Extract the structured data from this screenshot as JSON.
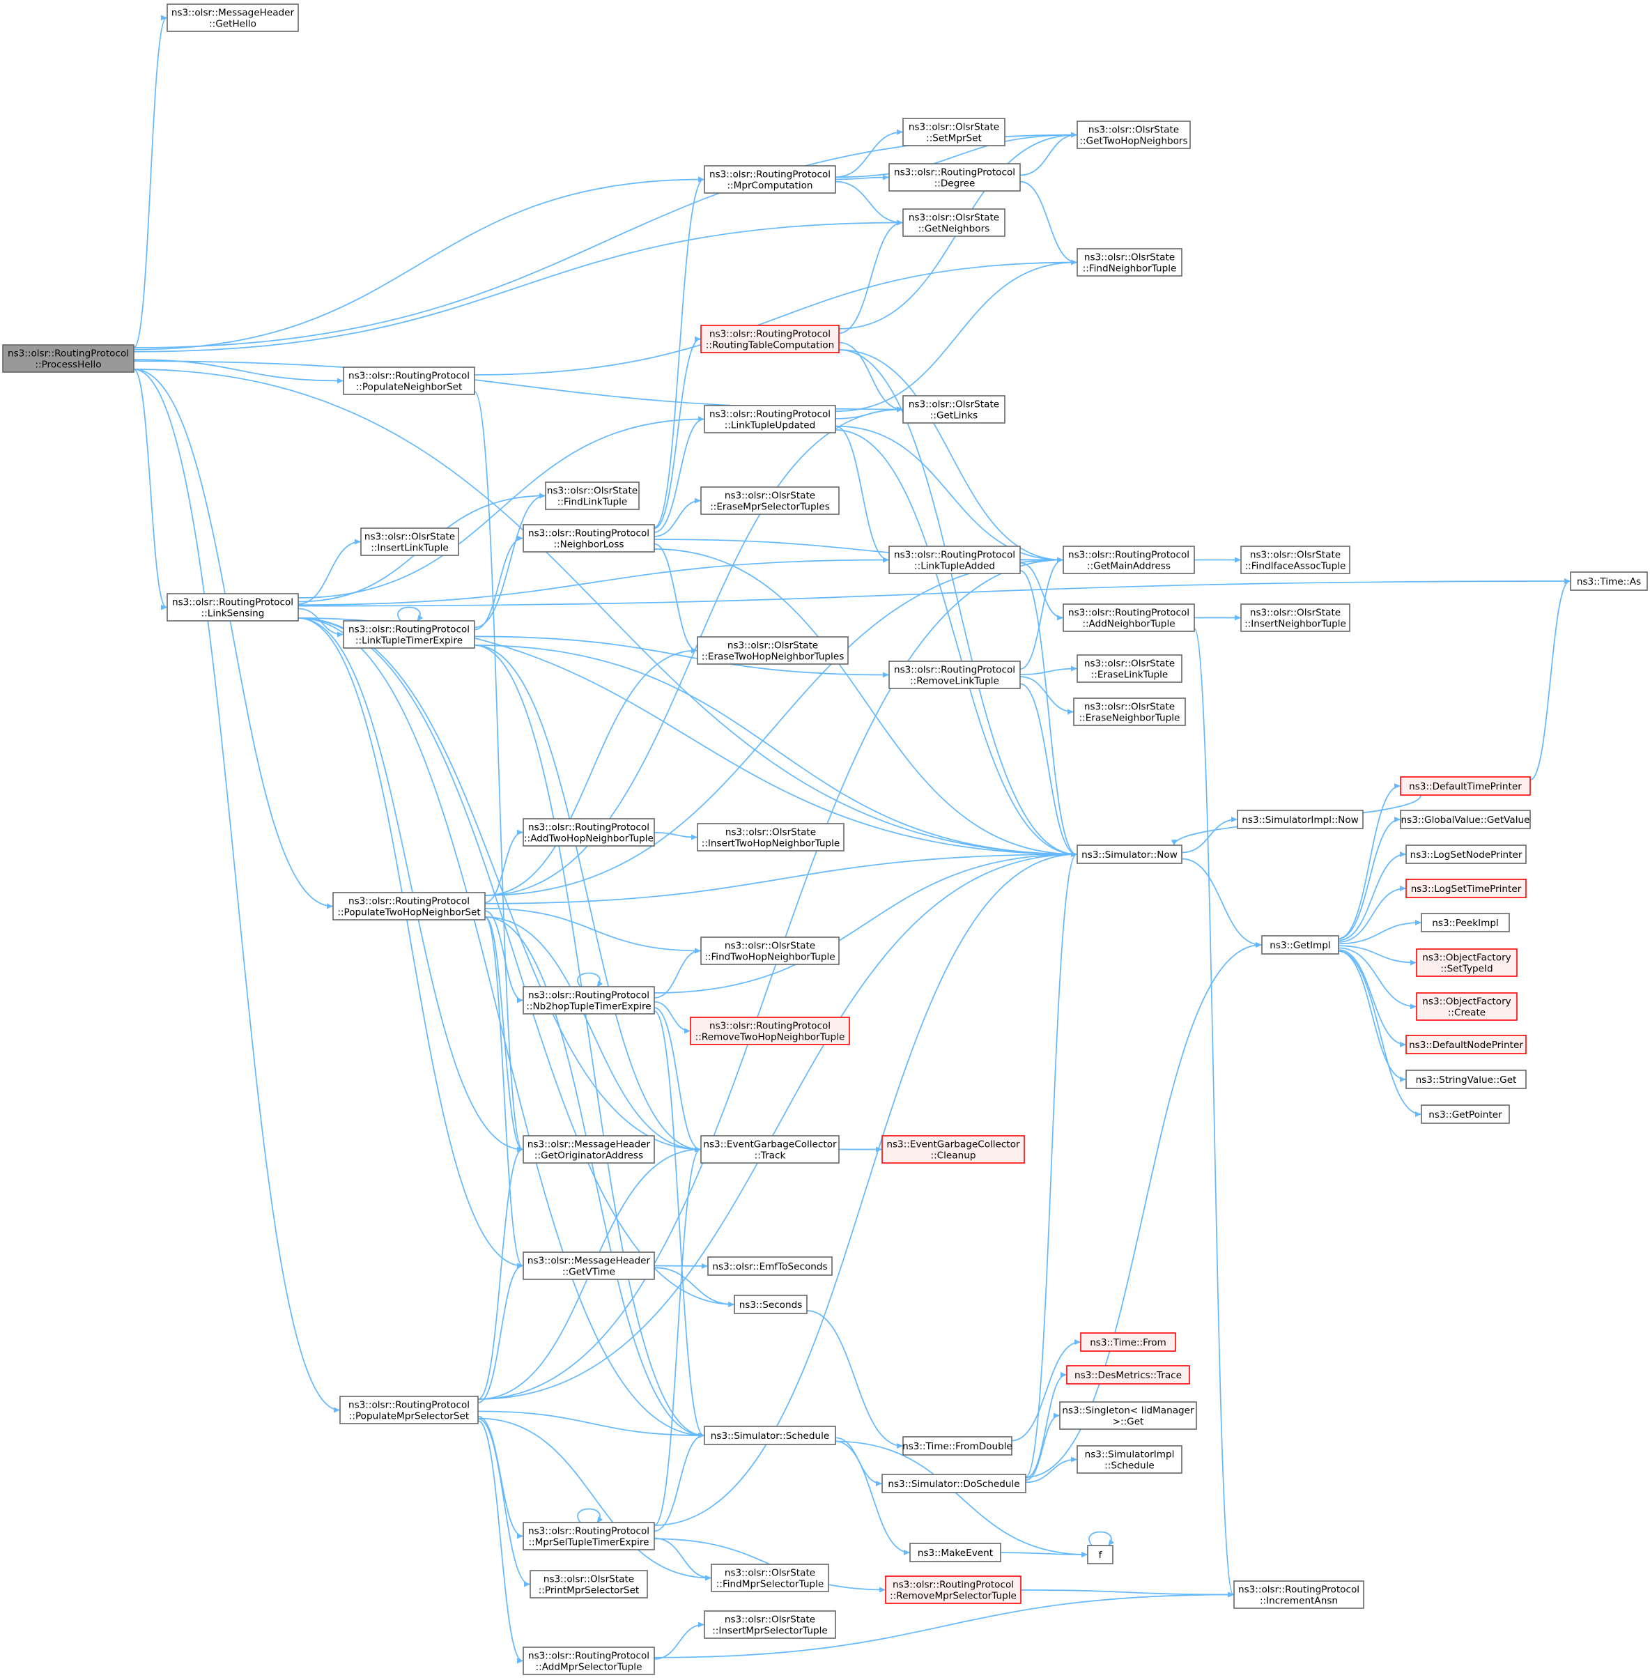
{
  "nodes": [
    {
      "id": "process_hello",
      "lines": [
        "ns3::olsr::RoutingProtocol",
        "::ProcessHello"
      ],
      "style": "current"
    },
    {
      "id": "msg_gethello",
      "lines": [
        "ns3::olsr::MessageHeader",
        "::GetHello"
      ],
      "style": "normal"
    },
    {
      "id": "mpr_computation",
      "lines": [
        "ns3::olsr::RoutingProtocol",
        "::MprComputation"
      ],
      "style": "normal"
    },
    {
      "id": "set_mpr_set",
      "lines": [
        "ns3::olsr::OlsrState",
        "::SetMprSet"
      ],
      "style": "normal"
    },
    {
      "id": "get_two_hop",
      "lines": [
        "ns3::olsr::OlsrState",
        "::GetTwoHopNeighbors"
      ],
      "style": "normal"
    },
    {
      "id": "degree",
      "lines": [
        "ns3::olsr::RoutingProtocol",
        "::Degree"
      ],
      "style": "normal"
    },
    {
      "id": "get_neighbors",
      "lines": [
        "ns3::olsr::OlsrState",
        "::GetNeighbors"
      ],
      "style": "normal"
    },
    {
      "id": "find_neighbor_tuple",
      "lines": [
        "ns3::olsr::OlsrState",
        "::FindNeighborTuple"
      ],
      "style": "normal"
    },
    {
      "id": "routing_table_comp",
      "lines": [
        "ns3::olsr::RoutingProtocol",
        "::RoutingTableComputation"
      ],
      "style": "truncated"
    },
    {
      "id": "populate_neighbor_set",
      "lines": [
        "ns3::olsr::RoutingProtocol",
        "::PopulateNeighborSet"
      ],
      "style": "normal"
    },
    {
      "id": "get_links",
      "lines": [
        "ns3::olsr::OlsrState",
        "::GetLinks"
      ],
      "style": "normal"
    },
    {
      "id": "link_tuple_updated",
      "lines": [
        "ns3::olsr::RoutingProtocol",
        "::LinkTupleUpdated"
      ],
      "style": "normal"
    },
    {
      "id": "find_link_tuple",
      "lines": [
        "ns3::olsr::OlsrState",
        "::FindLinkTuple"
      ],
      "style": "normal"
    },
    {
      "id": "erase_mpr_selector_tuples",
      "lines": [
        "ns3::olsr::OlsrState",
        "::EraseMprSelectorTuples"
      ],
      "style": "normal"
    },
    {
      "id": "neighbor_loss",
      "lines": [
        "ns3::olsr::RoutingProtocol",
        "::NeighborLoss"
      ],
      "style": "normal"
    },
    {
      "id": "insert_link_tuple",
      "lines": [
        "ns3::olsr::OlsrState",
        "::InsertLinkTuple"
      ],
      "style": "normal"
    },
    {
      "id": "link_tuple_added",
      "lines": [
        "ns3::olsr::RoutingProtocol",
        "::LinkTupleAdded"
      ],
      "style": "normal"
    },
    {
      "id": "get_main_address",
      "lines": [
        "ns3::olsr::RoutingProtocol",
        "::GetMainAddress"
      ],
      "style": "normal"
    },
    {
      "id": "find_iface_assoc",
      "lines": [
        "ns3::olsr::OlsrState",
        "::FindIfaceAssocTuple"
      ],
      "style": "normal"
    },
    {
      "id": "time_as",
      "lines": [
        "ns3::Time::As"
      ],
      "style": "normal"
    },
    {
      "id": "link_sensing",
      "lines": [
        "ns3::olsr::RoutingProtocol",
        "::LinkSensing"
      ],
      "style": "normal"
    },
    {
      "id": "link_tuple_timer_expire",
      "lines": [
        "ns3::olsr::RoutingProtocol",
        "::LinkTupleTimerExpire"
      ],
      "style": "normal"
    },
    {
      "id": "add_neighbor_tuple",
      "lines": [
        "ns3::olsr::RoutingProtocol",
        "::AddNeighborTuple"
      ],
      "style": "normal"
    },
    {
      "id": "insert_neighbor_tuple",
      "lines": [
        "ns3::olsr::OlsrState",
        "::InsertNeighborTuple"
      ],
      "style": "normal"
    },
    {
      "id": "erase_two_hop_tuples",
      "lines": [
        "ns3::olsr::OlsrState",
        "::EraseTwoHopNeighborTuples"
      ],
      "style": "normal"
    },
    {
      "id": "remove_link_tuple",
      "lines": [
        "ns3::olsr::RoutingProtocol",
        "::RemoveLinkTuple"
      ],
      "style": "normal"
    },
    {
      "id": "erase_link_tuple",
      "lines": [
        "ns3::olsr::OlsrState",
        "::EraseLinkTuple"
      ],
      "style": "normal"
    },
    {
      "id": "erase_neighbor_tuple",
      "lines": [
        "ns3::olsr::OlsrState",
        "::EraseNeighborTuple"
      ],
      "style": "normal"
    },
    {
      "id": "default_time_printer",
      "lines": [
        "ns3::DefaultTimePrinter"
      ],
      "style": "truncated"
    },
    {
      "id": "add_two_hop_tuple",
      "lines": [
        "ns3::olsr::RoutingProtocol",
        "::AddTwoHopNeighborTuple"
      ],
      "style": "normal"
    },
    {
      "id": "insert_two_hop_tuple",
      "lines": [
        "ns3::olsr::OlsrState",
        "::InsertTwoHopNeighborTuple"
      ],
      "style": "normal"
    },
    {
      "id": "simulator_impl_now",
      "lines": [
        "ns3::SimulatorImpl::Now"
      ],
      "style": "normal"
    },
    {
      "id": "global_value_get",
      "lines": [
        "ns3::GlobalValue::GetValue"
      ],
      "style": "normal"
    },
    {
      "id": "simulator_now",
      "lines": [
        "ns3::Simulator::Now"
      ],
      "style": "normal"
    },
    {
      "id": "log_set_node_printer",
      "lines": [
        "ns3::LogSetNodePrinter"
      ],
      "style": "normal"
    },
    {
      "id": "log_set_time_printer",
      "lines": [
        "ns3::LogSetTimePrinter"
      ],
      "style": "truncated"
    },
    {
      "id": "populate_two_hop_set",
      "lines": [
        "ns3::olsr::RoutingProtocol",
        "::PopulateTwoHopNeighborSet"
      ],
      "style": "normal"
    },
    {
      "id": "peek_impl",
      "lines": [
        "ns3::PeekImpl"
      ],
      "style": "normal"
    },
    {
      "id": "get_impl",
      "lines": [
        "ns3::GetImpl"
      ],
      "style": "normal"
    },
    {
      "id": "find_two_hop_tuple",
      "lines": [
        "ns3::olsr::OlsrState",
        "::FindTwoHopNeighborTuple"
      ],
      "style": "normal"
    },
    {
      "id": "object_factory_settypeid",
      "lines": [
        "ns3::ObjectFactory",
        "::SetTypeId"
      ],
      "style": "truncated"
    },
    {
      "id": "nb2hop_timer_expire",
      "lines": [
        "ns3::olsr::RoutingProtocol",
        "::Nb2hopTupleTimerExpire"
      ],
      "style": "normal"
    },
    {
      "id": "remove_two_hop_tuple",
      "lines": [
        "ns3::olsr::RoutingProtocol",
        "::RemoveTwoHopNeighborTuple"
      ],
      "style": "truncated"
    },
    {
      "id": "object_factory_create",
      "lines": [
        "ns3::ObjectFactory",
        "::Create"
      ],
      "style": "truncated"
    },
    {
      "id": "default_node_printer",
      "lines": [
        "ns3::DefaultNodePrinter"
      ],
      "style": "truncated"
    },
    {
      "id": "string_value_get",
      "lines": [
        "ns3::StringValue::Get"
      ],
      "style": "normal"
    },
    {
      "id": "get_originator_address",
      "lines": [
        "ns3::olsr::MessageHeader",
        "::GetOriginatorAddress"
      ],
      "style": "normal"
    },
    {
      "id": "egc_track",
      "lines": [
        "ns3::EventGarbageCollector",
        "::Track"
      ],
      "style": "normal"
    },
    {
      "id": "egc_cleanup",
      "lines": [
        "ns3::EventGarbageCollector",
        "::Cleanup"
      ],
      "style": "truncated"
    },
    {
      "id": "get_pointer",
      "lines": [
        "ns3::GetPointer"
      ],
      "style": "normal"
    },
    {
      "id": "get_vtime",
      "lines": [
        "ns3::olsr::MessageHeader",
        "::GetVTime"
      ],
      "style": "normal"
    },
    {
      "id": "emf_to_seconds",
      "lines": [
        "ns3::olsr::EmfToSeconds"
      ],
      "style": "normal"
    },
    {
      "id": "seconds",
      "lines": [
        "ns3::Seconds"
      ],
      "style": "normal"
    },
    {
      "id": "time_from",
      "lines": [
        "ns3::Time::From"
      ],
      "style": "truncated"
    },
    {
      "id": "des_metrics_trace",
      "lines": [
        "ns3::DesMetrics::Trace"
      ],
      "style": "truncated"
    },
    {
      "id": "populate_mpr_selector_set",
      "lines": [
        "ns3::olsr::RoutingProtocol",
        "::PopulateMprSelectorSet"
      ],
      "style": "normal"
    },
    {
      "id": "singleton_get",
      "lines": [
        "ns3::Singleton< IidManager",
        ">::Get"
      ],
      "style": "normal"
    },
    {
      "id": "simulator_schedule",
      "lines": [
        "ns3::Simulator::Schedule"
      ],
      "style": "normal"
    },
    {
      "id": "time_from_double",
      "lines": [
        "ns3::Time::FromDouble"
      ],
      "style": "normal"
    },
    {
      "id": "simulator_impl_schedule",
      "lines": [
        "ns3::SimulatorImpl",
        "::Schedule"
      ],
      "style": "normal"
    },
    {
      "id": "simulator_do_schedule",
      "lines": [
        "ns3::Simulator::DoSchedule"
      ],
      "style": "normal"
    },
    {
      "id": "mpr_sel_timer_expire",
      "lines": [
        "ns3::olsr::RoutingProtocol",
        "::MprSelTupleTimerExpire"
      ],
      "style": "normal"
    },
    {
      "id": "make_event",
      "lines": [
        "ns3::MakeEvent"
      ],
      "style": "normal"
    },
    {
      "id": "f",
      "lines": [
        "f"
      ],
      "style": "normal"
    },
    {
      "id": "print_mpr_selector_set",
      "lines": [
        "ns3::olsr::OlsrState",
        "::PrintMprSelectorSet"
      ],
      "style": "normal"
    },
    {
      "id": "find_mpr_selector_tuple",
      "lines": [
        "ns3::olsr::OlsrState",
        "::FindMprSelectorTuple"
      ],
      "style": "normal"
    },
    {
      "id": "remove_mpr_selector_tuple",
      "lines": [
        "ns3::olsr::RoutingProtocol",
        "::RemoveMprSelectorTuple"
      ],
      "style": "truncated"
    },
    {
      "id": "increment_ansn",
      "lines": [
        "ns3::olsr::RoutingProtocol",
        "::IncrementAnsn"
      ],
      "style": "normal"
    },
    {
      "id": "insert_mpr_selector_tuple",
      "lines": [
        "ns3::olsr::OlsrState",
        "::InsertMprSelectorTuple"
      ],
      "style": "normal"
    },
    {
      "id": "add_mpr_selector_tuple",
      "lines": [
        "ns3::olsr::RoutingProtocol",
        "::AddMprSelectorTuple"
      ],
      "style": "normal"
    }
  ],
  "edges": [
    [
      "process_hello",
      "msg_gethello"
    ],
    [
      "process_hello",
      "get_two_hop"
    ],
    [
      "process_hello",
      "mpr_computation"
    ],
    [
      "process_hello",
      "get_neighbors"
    ],
    [
      "process_hello",
      "populate_neighbor_set"
    ],
    [
      "process_hello",
      "get_links"
    ],
    [
      "process_hello",
      "link_sensing"
    ],
    [
      "process_hello",
      "populate_two_hop_set"
    ],
    [
      "process_hello",
      "populate_mpr_selector_set"
    ],
    [
      "process_hello",
      "simulator_now"
    ],
    [
      "mpr_computation",
      "get_two_hop"
    ],
    [
      "mpr_computation",
      "set_mpr_set"
    ],
    [
      "mpr_computation",
      "degree"
    ],
    [
      "mpr_computation",
      "get_neighbors"
    ],
    [
      "degree",
      "get_two_hop"
    ],
    [
      "degree",
      "find_neighbor_tuple"
    ],
    [
      "routing_table_comp",
      "get_two_hop"
    ],
    [
      "routing_table_comp",
      "get_neighbors"
    ],
    [
      "routing_table_comp",
      "get_links"
    ],
    [
      "routing_table_comp",
      "get_main_address"
    ],
    [
      "routing_table_comp",
      "simulator_now"
    ],
    [
      "populate_neighbor_set",
      "find_neighbor_tuple"
    ],
    [
      "populate_neighbor_set",
      "get_originator_address"
    ],
    [
      "link_tuple_updated",
      "get_links"
    ],
    [
      "link_tuple_updated",
      "find_neighbor_tuple"
    ],
    [
      "link_tuple_updated",
      "get_main_address"
    ],
    [
      "link_tuple_updated",
      "link_tuple_added"
    ],
    [
      "link_tuple_updated",
      "simulator_now"
    ],
    [
      "neighbor_loss",
      "mpr_computation"
    ],
    [
      "neighbor_loss",
      "routing_table_comp"
    ],
    [
      "neighbor_loss",
      "link_tuple_updated"
    ],
    [
      "neighbor_loss",
      "get_main_address"
    ],
    [
      "neighbor_loss",
      "erase_mpr_selector_tuples"
    ],
    [
      "neighbor_loss",
      "erase_two_hop_tuples"
    ],
    [
      "neighbor_loss",
      "simulator_now"
    ],
    [
      "link_sensing",
      "time_as"
    ],
    [
      "link_sensing",
      "link_tuple_updated"
    ],
    [
      "link_sensing",
      "find_link_tuple"
    ],
    [
      "link_sensing",
      "insert_link_tuple"
    ],
    [
      "link_sensing",
      "link_tuple_added"
    ],
    [
      "link_sensing",
      "link_tuple_timer_expire"
    ],
    [
      "link_sensing",
      "simulator_now"
    ],
    [
      "link_sensing",
      "egc_track"
    ],
    [
      "link_sensing",
      "get_vtime"
    ],
    [
      "link_sensing",
      "seconds"
    ],
    [
      "link_sensing",
      "simulator_schedule"
    ],
    [
      "link_sensing",
      "get_originator_address"
    ],
    [
      "link_tuple_timer_expire",
      "link_tuple_timer_expire"
    ],
    [
      "link_tuple_timer_expire",
      "find_link_tuple"
    ],
    [
      "link_tuple_timer_expire",
      "neighbor_loss"
    ],
    [
      "link_tuple_timer_expire",
      "remove_link_tuple"
    ],
    [
      "link_tuple_timer_expire",
      "simulator_now"
    ],
    [
      "link_tuple_timer_expire",
      "egc_track"
    ],
    [
      "link_tuple_timer_expire",
      "simulator_schedule"
    ],
    [
      "link_tuple_added",
      "get_main_address"
    ],
    [
      "link_tuple_added",
      "add_neighbor_tuple"
    ],
    [
      "link_tuple_added",
      "simulator_now"
    ],
    [
      "get_main_address",
      "find_iface_assoc"
    ],
    [
      "add_neighbor_tuple",
      "insert_neighbor_tuple"
    ],
    [
      "add_neighbor_tuple",
      "increment_ansn"
    ],
    [
      "remove_link_tuple",
      "get_main_address"
    ],
    [
      "remove_link_tuple",
      "erase_link_tuple"
    ],
    [
      "remove_link_tuple",
      "erase_neighbor_tuple"
    ],
    [
      "remove_link_tuple",
      "simulator_now"
    ],
    [
      "populate_two_hop_set",
      "get_links"
    ],
    [
      "populate_two_hop_set",
      "get_main_address"
    ],
    [
      "populate_two_hop_set",
      "erase_two_hop_tuples"
    ],
    [
      "populate_two_hop_set",
      "add_two_hop_tuple"
    ],
    [
      "populate_two_hop_set",
      "simulator_now"
    ],
    [
      "populate_two_hop_set",
      "find_two_hop_tuple"
    ],
    [
      "populate_two_hop_set",
      "nb2hop_timer_expire"
    ],
    [
      "populate_two_hop_set",
      "get_originator_address"
    ],
    [
      "populate_two_hop_set",
      "egc_track"
    ],
    [
      "populate_two_hop_set",
      "get_vtime"
    ],
    [
      "populate_two_hop_set",
      "simulator_schedule"
    ],
    [
      "add_two_hop_tuple",
      "insert_two_hop_tuple"
    ],
    [
      "nb2hop_timer_expire",
      "nb2hop_timer_expire"
    ],
    [
      "nb2hop_timer_expire",
      "find_two_hop_tuple"
    ],
    [
      "nb2hop_timer_expire",
      "simulator_now"
    ],
    [
      "nb2hop_timer_expire",
      "remove_two_hop_tuple"
    ],
    [
      "nb2hop_timer_expire",
      "egc_track"
    ],
    [
      "nb2hop_timer_expire",
      "simulator_schedule"
    ],
    [
      "simulator_now",
      "simulator_impl_now"
    ],
    [
      "simulator_now",
      "get_impl"
    ],
    [
      "get_impl",
      "default_time_printer"
    ],
    [
      "get_impl",
      "global_value_get"
    ],
    [
      "get_impl",
      "log_set_node_printer"
    ],
    [
      "get_impl",
      "log_set_time_printer"
    ],
    [
      "get_impl",
      "peek_impl"
    ],
    [
      "get_impl",
      "object_factory_settypeid"
    ],
    [
      "get_impl",
      "object_factory_create"
    ],
    [
      "get_impl",
      "default_node_printer"
    ],
    [
      "get_impl",
      "string_value_get"
    ],
    [
      "get_impl",
      "get_pointer"
    ],
    [
      "default_time_printer",
      "time_as"
    ],
    [
      "default_time_printer",
      "simulator_now"
    ],
    [
      "egc_track",
      "egc_cleanup"
    ],
    [
      "get_vtime",
      "emf_to_seconds"
    ],
    [
      "get_vtime",
      "seconds"
    ],
    [
      "seconds",
      "time_from_double"
    ],
    [
      "time_from_double",
      "time_from"
    ],
    [
      "simulator_schedule",
      "simulator_do_schedule"
    ],
    [
      "simulator_schedule",
      "make_event"
    ],
    [
      "simulator_schedule",
      "f"
    ],
    [
      "simulator_do_schedule",
      "des_metrics_trace"
    ],
    [
      "simulator_do_schedule",
      "singleton_get"
    ],
    [
      "simulator_do_schedule",
      "simulator_impl_schedule"
    ],
    [
      "simulator_do_schedule",
      "simulator_now"
    ],
    [
      "simulator_do_schedule",
      "get_impl"
    ],
    [
      "make_event",
      "f"
    ],
    [
      "f",
      "f"
    ],
    [
      "populate_mpr_selector_set",
      "get_main_address"
    ],
    [
      "populate_mpr_selector_set",
      "simulator_now"
    ],
    [
      "populate_mpr_selector_set",
      "get_originator_address"
    ],
    [
      "populate_mpr_selector_set",
      "egc_track"
    ],
    [
      "populate_mpr_selector_set",
      "get_vtime"
    ],
    [
      "populate_mpr_selector_set",
      "simulator_schedule"
    ],
    [
      "populate_mpr_selector_set",
      "mpr_sel_timer_expire"
    ],
    [
      "populate_mpr_selector_set",
      "print_mpr_selector_set"
    ],
    [
      "populate_mpr_selector_set",
      "find_mpr_selector_tuple"
    ],
    [
      "populate_mpr_selector_set",
      "add_mpr_selector_tuple"
    ],
    [
      "mpr_sel_timer_expire",
      "mpr_sel_timer_expire"
    ],
    [
      "mpr_sel_timer_expire",
      "find_mpr_selector_tuple"
    ],
    [
      "mpr_sel_timer_expire",
      "simulator_now"
    ],
    [
      "mpr_sel_timer_expire",
      "remove_mpr_selector_tuple"
    ],
    [
      "mpr_sel_timer_expire",
      "egc_track"
    ],
    [
      "mpr_sel_timer_expire",
      "simulator_schedule"
    ],
    [
      "remove_mpr_selector_tuple",
      "increment_ansn"
    ],
    [
      "add_mpr_selector_tuple",
      "insert_mpr_selector_tuple"
    ],
    [
      "add_mpr_selector_tuple",
      "increment_ansn"
    ]
  ],
  "colors": {
    "edge": "#63b8ff",
    "node_border": "#666666",
    "node_fill": "#ffffff",
    "current_fill": "#999999",
    "truncated_border": "#ff0000",
    "truncated_fill": "#fff0f0",
    "text": "#000000"
  }
}
